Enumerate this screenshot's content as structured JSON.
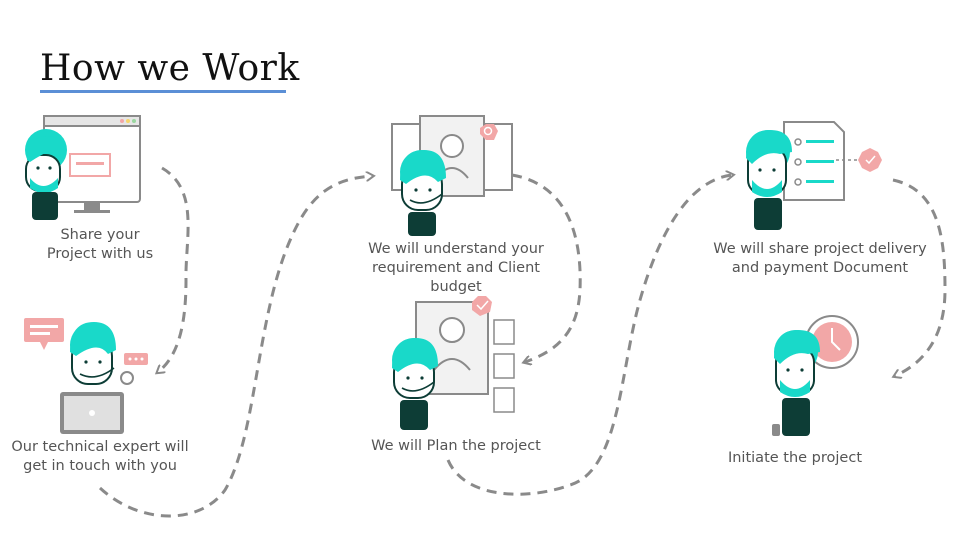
{
  "title": "How we Work",
  "steps": [
    {
      "label": "Share your\nProject with us"
    },
    {
      "label": "Our technical expert will\nget in touch with you"
    },
    {
      "label": "We will understand your\nrequirement and Client\nbudget"
    },
    {
      "label": "We will Plan the project"
    },
    {
      "label": "We will share project delivery\nand payment Document"
    },
    {
      "label": "Initiate the project"
    }
  ],
  "colors": {
    "teal": "#19d9c9",
    "dark": "#0d3d36",
    "pink": "#f2a7a7",
    "grey": "#8a8a8a",
    "underline": "#5b8fd6"
  }
}
